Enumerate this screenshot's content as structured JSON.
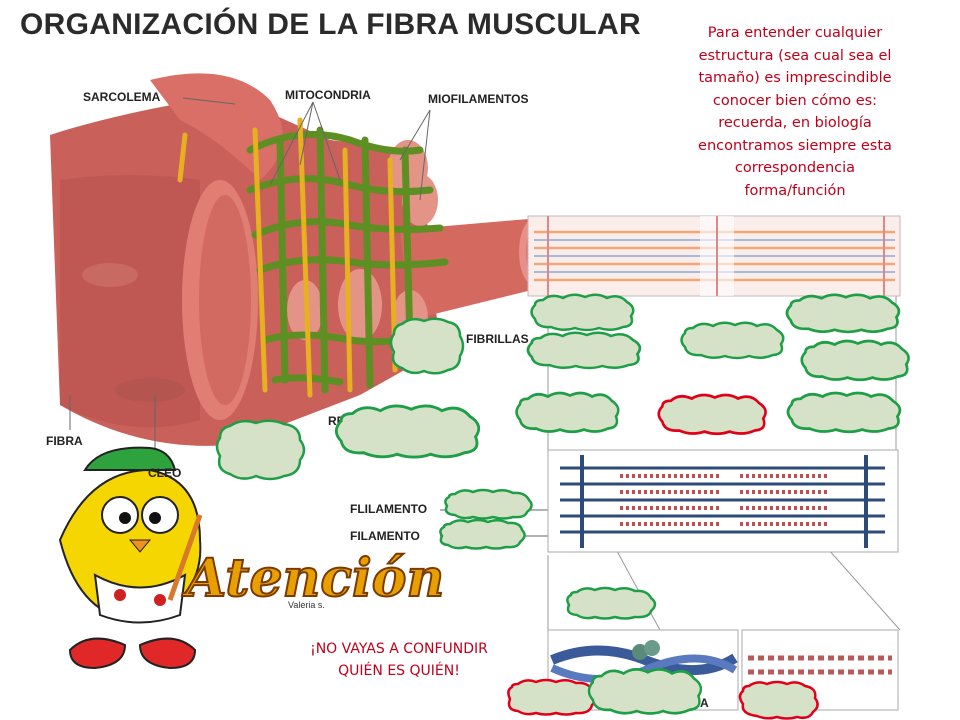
{
  "title": "ORGANIZACIÓN DE LA FIBRA MUSCULAR",
  "note": "Para entender cualquier estructura (sea cual sea el tamaño) es imprescindible conocer bien cómo es: recuerda, en biología encontramos siempre esta correspondencia forma/función",
  "warning": "¡NO VAYAS A CONFUNDIR QUIÉN ES QUIÉN!",
  "mascot_banner": "Atención",
  "mascot_signature": "Valeria s.",
  "labels": {
    "sarcolema": "SARCOLEMA",
    "mitocondria": "MITOCONDRIA",
    "miofilamentos": "MIOFILAMENTOS",
    "fibrillas": "FIBRILLAS",
    "fibra": "FIBRA",
    "nucleo": "CLEO",
    "flilamento": "FLILAMENTO",
    "filamento": "FILAMENTO",
    "re": "RE",
    "tail_a": "A"
  },
  "colors": {
    "green_bubble_fill": "#d6e2c8",
    "green_bubble_stroke": "#1e9e46",
    "red_bubble_stroke": "#e0001a",
    "muscle": "#c9605a",
    "mitochondria": "#6a9a2a",
    "note_text": "#c0001a"
  }
}
